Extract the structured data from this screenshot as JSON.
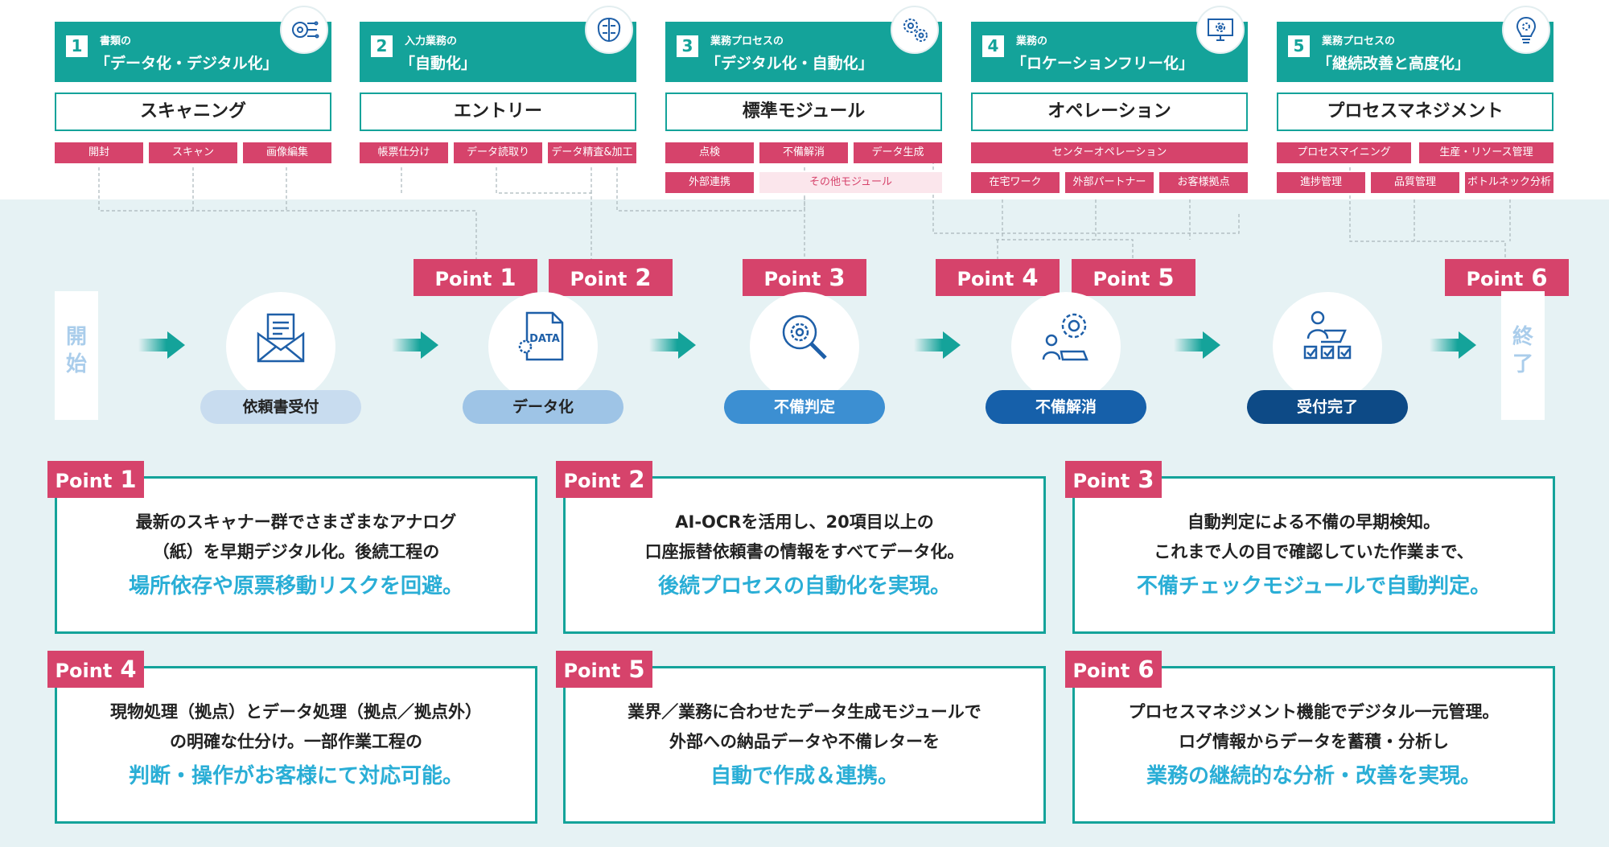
{
  "categories": [
    {
      "num": "1",
      "subtitle": "書類の",
      "title": "「データ化・デジタル化」",
      "icon": "circuit-brain-icon",
      "module": "スキャニング"
    },
    {
      "num": "2",
      "subtitle": "入力業務の",
      "title": "「自動化」",
      "icon": "brain-chip-icon",
      "module": "エントリー"
    },
    {
      "num": "3",
      "subtitle": "業務プロセスの",
      "title": "「デジタル化・自動化」",
      "icon": "gears-icon",
      "module": "標準モジュール"
    },
    {
      "num": "4",
      "subtitle": "業務の",
      "title": "「ロケーションフリー化」",
      "icon": "monitor-gear-icon",
      "module": "オペレーション"
    },
    {
      "num": "5",
      "subtitle": "業務プロセスの",
      "title": "「継続改善と高度化」",
      "icon": "lightbulb-gear-icon",
      "module": "プロセスマネジメント"
    }
  ],
  "tags": {
    "c1": [
      "開封",
      "スキャン",
      "画像編集"
    ],
    "c2": [
      "帳票仕分け",
      "データ読取り",
      "データ精査&加工"
    ],
    "c3": [
      "点検",
      "不備解消",
      "データ生成",
      "外部連携",
      "その他モジュール"
    ],
    "c4": [
      "センターオペレーション",
      "在宅ワーク",
      "外部パートナー",
      "お客様拠点"
    ],
    "c5": [
      "プロセスマイニング",
      "生産・リソース管理",
      "進捗管理",
      "品質管理",
      "ボトルネック分析"
    ]
  },
  "point_word": "Point",
  "point_nums": [
    "1",
    "2",
    "3",
    "4",
    "5",
    "6"
  ],
  "flow": {
    "start": [
      "開",
      "始"
    ],
    "end": [
      "終",
      "了"
    ],
    "steps": [
      {
        "label": "依頼書受付",
        "icon": "envelope-document-icon"
      },
      {
        "label": "データ化",
        "icon": "data-file-icon"
      },
      {
        "label": "不備判定",
        "icon": "magnifier-gear-icon"
      },
      {
        "label": "不備解消",
        "icon": "worker-gear-icon"
      },
      {
        "label": "受付完了",
        "icon": "checklist-person-icon"
      }
    ]
  },
  "points": [
    {
      "num": "1",
      "l1": "最新のスキャナー群でさまざまなアナログ",
      "l2": "（紙）を早期デジタル化。後続工程の",
      "l3": "場所依存や原票移動リスクを回避。"
    },
    {
      "num": "2",
      "l1": "AI-OCRを活用し、20項目以上の",
      "l2": "口座振替依頼書の情報をすべてデータ化。",
      "l3": "後続プロセスの自動化を実現。"
    },
    {
      "num": "3",
      "l1": "自動判定による不備の早期検知。",
      "l2": "これまで人の目で確認していた作業まで、",
      "l3": "不備チェックモジュールで自動判定。"
    },
    {
      "num": "4",
      "l1": "現物処理（拠点）とデータ処理（拠点／拠点外）",
      "l2": "の明確な仕分け。一部作業工程の",
      "l3": "判断・操作がお客様にて対応可能。"
    },
    {
      "num": "5",
      "l1": "業界／業務に合わせたデータ生成モジュールで",
      "l2": "外部への納品データや不備レターを",
      "l3": "自動で作成＆連携。"
    },
    {
      "num": "6",
      "l1": "プロセスマネジメント機能でデジタル一元管理。",
      "l2": "ログ情報からデータを蓄積・分析し",
      "l3": "業務の継続的な分析・改善を実現。"
    }
  ],
  "colors": {
    "teal": "#14a39a",
    "pink": "#d6436b",
    "cyan_text": "#2aaed6",
    "band": "#e6f2f4",
    "step1": "#c8dcef",
    "step2": "#9ec4e6",
    "step3": "#3c8fd2",
    "step4": "#1660aa",
    "step5": "#0d4a86"
  }
}
